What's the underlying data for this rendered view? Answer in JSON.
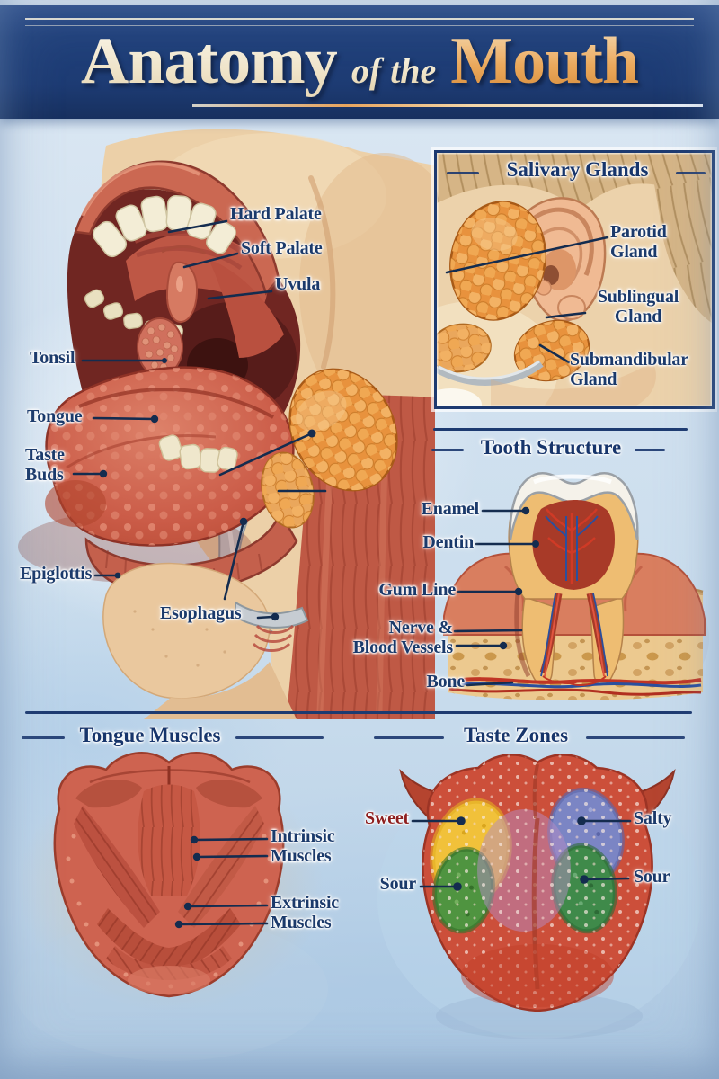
{
  "header": {
    "title_word1": "Anatomy",
    "title_word2": "of the",
    "title_word3": "Mouth"
  },
  "palette": {
    "banner_navy": "#1d3b73",
    "label_navy": "#1b3a6b",
    "accent_maroon": "#8e1f1f",
    "title_cream": "#f2e9d2",
    "title_gold": "#e8a55e",
    "line_navy": "#1d3a70",
    "gland_orange": "#e8923d",
    "tongue_red": "#cb5c48",
    "zone_sweet_yellow": "#f1c13a",
    "zone_salty_blue": "#7b85c4",
    "zone_sour_green": "#4f9440",
    "zone_center_purple": "#b58cc4"
  },
  "main": {
    "labels": {
      "hard_palate": "Hard Palate",
      "soft_palate": "Soft Palate",
      "uvula": "Uvula",
      "tonsil": "Tonsil",
      "tongue": "Tongue",
      "taste_buds": "Taste\nBuds",
      "epiglottis": "Epiglottis",
      "esophagus": "Esophagus"
    }
  },
  "salivary": {
    "title": "Salivary Glands",
    "labels": {
      "parotid": "Parotid\nGland",
      "sublingual": "Sublingual\nGland",
      "submandibular": "Submandibular\nGland"
    }
  },
  "tooth": {
    "title": "Tooth Structure",
    "labels": {
      "enamel": "Enamel",
      "dentin": "Dentin",
      "gum_line": "Gum Line",
      "nerve_vessels": "Nerve &\nBlood Vessels",
      "bone": "Bone"
    }
  },
  "tongue_muscles": {
    "title": "Tongue Muscles",
    "labels": {
      "intrinsic": "Intrinsic\nMuscles",
      "extrinsic": "Extrinsic\nMuscles"
    }
  },
  "taste_zones": {
    "title": "Taste Zones",
    "labels": {
      "sweet": "Sweet",
      "salty": "Salty",
      "sour_left": "Sour",
      "sour_right": "Sour"
    }
  }
}
